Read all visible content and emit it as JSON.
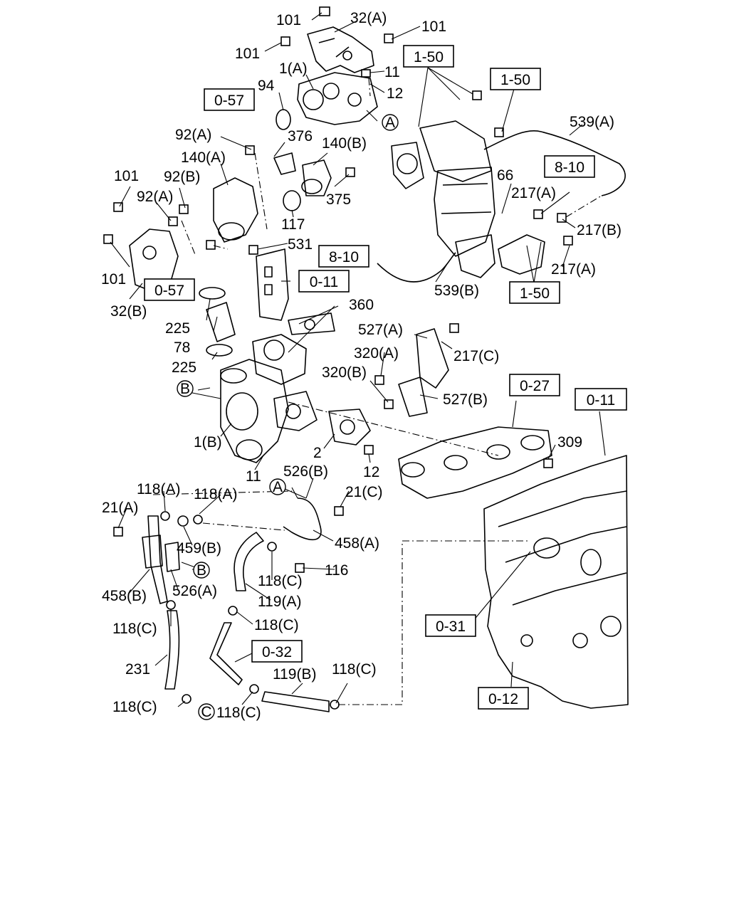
{
  "labels": [
    {
      "id": "l1",
      "text": "101"
    },
    {
      "id": "l2",
      "text": "32(A)"
    },
    {
      "id": "l3",
      "text": "101"
    },
    {
      "id": "l4",
      "text": "101"
    },
    {
      "id": "l5",
      "text": "1(A)"
    },
    {
      "id": "l6",
      "text": "11"
    },
    {
      "id": "l7",
      "text": "94"
    },
    {
      "id": "l8",
      "text": "12"
    },
    {
      "id": "l9",
      "text": "539(A)"
    },
    {
      "id": "l10",
      "text": "92(A)"
    },
    {
      "id": "l11",
      "text": "376"
    },
    {
      "id": "l12",
      "text": "140(B)"
    },
    {
      "id": "l13",
      "text": "140(A)"
    },
    {
      "id": "l14",
      "text": "66"
    },
    {
      "id": "l15",
      "text": "101"
    },
    {
      "id": "l16",
      "text": "92(B)"
    },
    {
      "id": "l17",
      "text": "375"
    },
    {
      "id": "l18",
      "text": "217(A)"
    },
    {
      "id": "l19",
      "text": "92(A)"
    },
    {
      "id": "l20",
      "text": "117"
    },
    {
      "id": "l21",
      "text": "217(B)"
    },
    {
      "id": "l22",
      "text": "531"
    },
    {
      "id": "l23",
      "text": "217(A)"
    },
    {
      "id": "l24",
      "text": "101"
    },
    {
      "id": "l25",
      "text": "539(B)"
    },
    {
      "id": "l26",
      "text": "32(B)"
    },
    {
      "id": "l27",
      "text": "360"
    },
    {
      "id": "l28",
      "text": "225"
    },
    {
      "id": "l29",
      "text": "527(A)"
    },
    {
      "id": "l30",
      "text": "78"
    },
    {
      "id": "l31",
      "text": "320(A)"
    },
    {
      "id": "l32",
      "text": "217(C)"
    },
    {
      "id": "l33",
      "text": "225"
    },
    {
      "id": "l34",
      "text": "320(B)"
    },
    {
      "id": "l35",
      "text": "527(B)"
    },
    {
      "id": "l36",
      "text": "1(B)"
    },
    {
      "id": "l37",
      "text": "2"
    },
    {
      "id": "l38",
      "text": "309"
    },
    {
      "id": "l39",
      "text": "12"
    },
    {
      "id": "l40",
      "text": "11"
    },
    {
      "id": "l41",
      "text": "526(B)"
    },
    {
      "id": "l42",
      "text": "118(A)"
    },
    {
      "id": "l43",
      "text": "118(A)"
    },
    {
      "id": "l44",
      "text": "21(C)"
    },
    {
      "id": "l45",
      "text": "21(A)"
    },
    {
      "id": "l46",
      "text": "459(B)"
    },
    {
      "id": "l47",
      "text": "458(A)"
    },
    {
      "id": "l48",
      "text": "116"
    },
    {
      "id": "l49",
      "text": "118(C)"
    },
    {
      "id": "l50",
      "text": "526(A)"
    },
    {
      "id": "l51",
      "text": "458(B)"
    },
    {
      "id": "l52",
      "text": "119(A)"
    },
    {
      "id": "l53",
      "text": "118(C)"
    },
    {
      "id": "l54",
      "text": "118(C)"
    },
    {
      "id": "l55",
      "text": "231"
    },
    {
      "id": "l56",
      "text": "119(B)"
    },
    {
      "id": "l57",
      "text": "118(C)"
    },
    {
      "id": "l58",
      "text": "118(C)"
    },
    {
      "id": "l59",
      "text": "118(C)"
    }
  ],
  "ref_boxes": [
    {
      "id": "r1",
      "text": "1-50"
    },
    {
      "id": "r2",
      "text": "0-57"
    },
    {
      "id": "r3",
      "text": "1-50"
    },
    {
      "id": "r4",
      "text": "8-10"
    },
    {
      "id": "r5",
      "text": "8-10"
    },
    {
      "id": "r6",
      "text": "0-57"
    },
    {
      "id": "r7",
      "text": "0-11"
    },
    {
      "id": "r8",
      "text": "1-50"
    },
    {
      "id": "r9",
      "text": "0-27"
    },
    {
      "id": "r10",
      "text": "0-11"
    },
    {
      "id": "r11",
      "text": "0-31"
    },
    {
      "id": "r12",
      "text": "0-32"
    },
    {
      "id": "r13",
      "text": "0-12"
    }
  ],
  "circle_markers": [
    {
      "id": "c1",
      "text": "A"
    },
    {
      "id": "c2",
      "text": "B"
    },
    {
      "id": "c3",
      "text": "A"
    },
    {
      "id": "c4",
      "text": "B"
    },
    {
      "id": "c5",
      "text": "C"
    }
  ]
}
